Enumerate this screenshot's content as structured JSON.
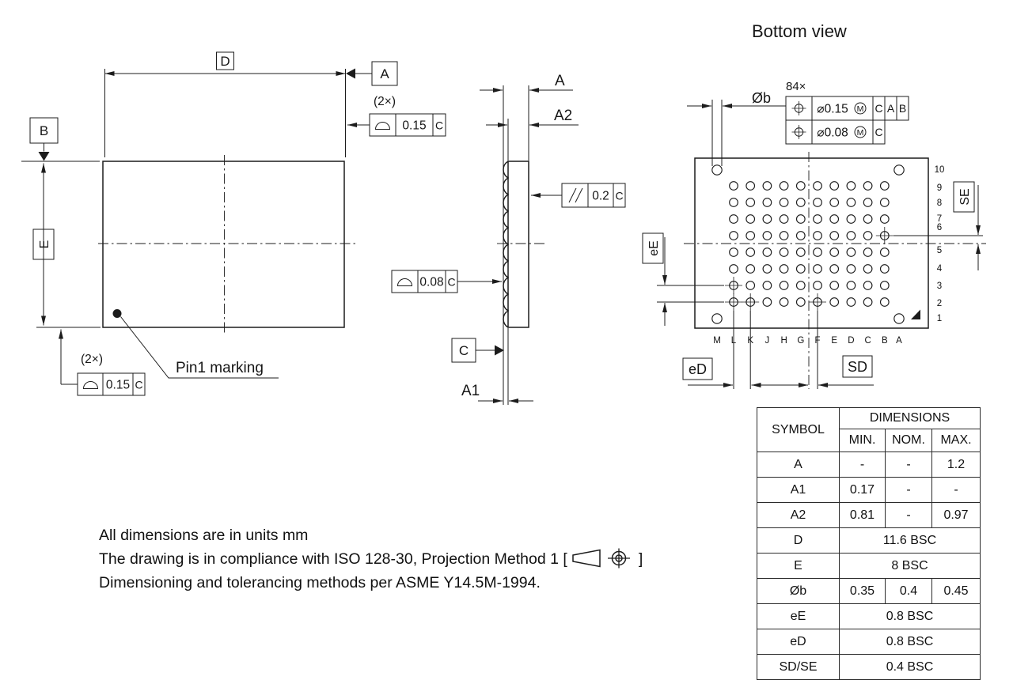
{
  "colors": {
    "ink": "#1c1c1c",
    "bg": "#ffffff"
  },
  "top_view": {
    "dim_d": "D",
    "datum_a": "A",
    "datum_b": "B",
    "dim_e": "E",
    "qty_top": "(2×)",
    "fcf_top": {
      "symbol_name": "profile-of-surface",
      "tolerance": "0.15",
      "datum": "C"
    },
    "qty_bottom": "(2×)",
    "fcf_bottom": {
      "symbol_name": "profile-of-surface",
      "tolerance": "0.15",
      "datum": "C"
    },
    "pin1_label": "Pin1 marking"
  },
  "side_view": {
    "dim_a": "A",
    "dim_a2": "A2",
    "dim_a1": "A1",
    "datum_c": "C",
    "fcf_parallel": {
      "symbol_name": "parallelism",
      "tolerance": "0.2",
      "datum": "C"
    },
    "fcf_profile": {
      "symbol_name": "profile-of-surface",
      "tolerance": "0.08",
      "datum": "C"
    }
  },
  "bottom_view": {
    "title": "Bottom view",
    "ball_count": "84×",
    "dim_ball": "Øb",
    "fcf_position_1": {
      "symbol_name": "position",
      "tolerance": "⌀0.15",
      "modifier": "M",
      "datum1": "C",
      "datum2": "A",
      "datum3": "B"
    },
    "fcf_position_2": {
      "symbol_name": "position",
      "tolerance": "⌀0.08",
      "modifier": "M",
      "datum1": "C"
    },
    "row_labels": [
      "10",
      "9",
      "8",
      "7",
      "6",
      "5",
      "4",
      "3",
      "2",
      "1"
    ],
    "col_labels": [
      "M",
      "L",
      "K",
      "J",
      "H",
      "G",
      "F",
      "E",
      "D",
      "C",
      "B",
      "A"
    ],
    "dim_ee": "eE",
    "dim_ed": "eD",
    "dim_sd": "SD",
    "dim_se": "SE"
  },
  "notes": {
    "line1": "All dimensions are in units mm",
    "line2_prefix": "The drawing is in compliance with ISO 128-30, Projection Method 1 [",
    "line2_suffix": "]",
    "line3": "Dimensioning and tolerancing methods per ASME Y14.5M-1994."
  },
  "table": {
    "header": {
      "symbol": "SYMBOL",
      "dimensions": "DIMENSIONS",
      "min": "MIN.",
      "nom": "NOM.",
      "max": "MAX."
    },
    "rows": [
      {
        "symbol": "A",
        "min": "-",
        "nom": "-",
        "max": "1.2"
      },
      {
        "symbol": "A1",
        "min": "0.17",
        "nom": "-",
        "max": "-"
      },
      {
        "symbol": "A2",
        "min": "0.81",
        "nom": "-",
        "max": "0.97"
      },
      {
        "symbol": "D",
        "span": "11.6 BSC"
      },
      {
        "symbol": "E",
        "span": "8 BSC"
      },
      {
        "symbol": "Øb",
        "min": "0.35",
        "nom": "0.4",
        "max": "0.45"
      },
      {
        "symbol": "eE",
        "span": "0.8 BSC"
      },
      {
        "symbol": "eD",
        "span": "0.8 BSC"
      },
      {
        "symbol": "SD/SE",
        "span": "0.4 BSC"
      }
    ]
  }
}
